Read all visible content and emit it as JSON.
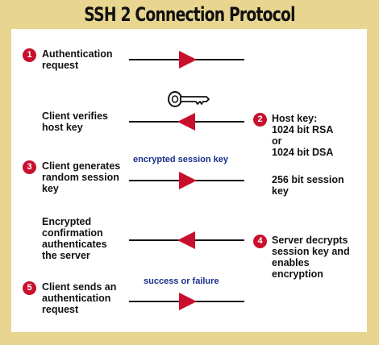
{
  "title": "SSH 2 Connection Protocol",
  "steps": [
    {
      "num": "1",
      "lines": [
        "Authentication",
        "request"
      ],
      "side": "left"
    },
    {
      "num": "2",
      "lines": [
        "Host key:",
        "1024 bit RSA",
        "or",
        "1024 bit DSA"
      ],
      "side": "right"
    },
    {
      "num": "3",
      "lines": [
        "Client generates",
        "random session",
        "key"
      ],
      "side": "left"
    },
    {
      "num": "4",
      "lines": [
        "Server decrypts",
        "session key and",
        "enables",
        "encryption"
      ],
      "side": "right"
    }
  ],
  "step5": {
    "num": "5",
    "lines": [
      "Client sends an",
      "authentication",
      "request"
    ]
  },
  "unnumbered": {
    "verify": [
      "Client verifies",
      "host key"
    ],
    "session": [
      "256 bit session",
      "key"
    ],
    "confirm": [
      "Encrypted",
      "confirmation",
      "authenticates",
      "the server"
    ]
  },
  "captions": {
    "encrypted": "encrypted session key",
    "result": "success or failure"
  },
  "arrows": [
    {
      "direction": "right"
    },
    {
      "direction": "left"
    },
    {
      "direction": "right"
    },
    {
      "direction": "left"
    },
    {
      "direction": "right"
    }
  ],
  "colors": {
    "background": "#e8d58f",
    "panel": "#ffffff",
    "badge": "#c8102e",
    "arrow": "#c8102e",
    "caption": "#1a2f8a"
  },
  "icon": "key-icon"
}
